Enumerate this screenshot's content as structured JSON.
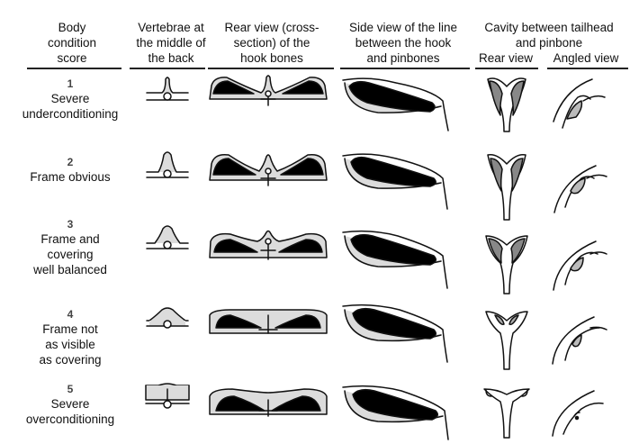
{
  "headers": {
    "col1": "Body\ncondition\nscore",
    "col2": "Vertebrae at\nthe middle of\nthe back",
    "col3": "Rear view (cross-\nsection) of the\nhook bones",
    "col4": "Side view of the line\nbetween the hook\nand pinbones",
    "col5": "Cavity between tailhead\nand pinbone",
    "col5a": "Rear view",
    "col5b": "Angled view"
  },
  "rows": [
    {
      "score": "1",
      "label": "Severe\nunderconditioning"
    },
    {
      "score": "2",
      "label": "Frame obvious"
    },
    {
      "score": "3",
      "label": "Frame and\ncovering\nwell balanced"
    },
    {
      "score": "4",
      "label": "Frame not\nas visible\nas covering"
    },
    {
      "score": "5",
      "label": "Severe\noverconditioning"
    }
  ],
  "colors": {
    "ink": "#111111",
    "fill": "#dcdcdc",
    "dark": "#000000"
  }
}
